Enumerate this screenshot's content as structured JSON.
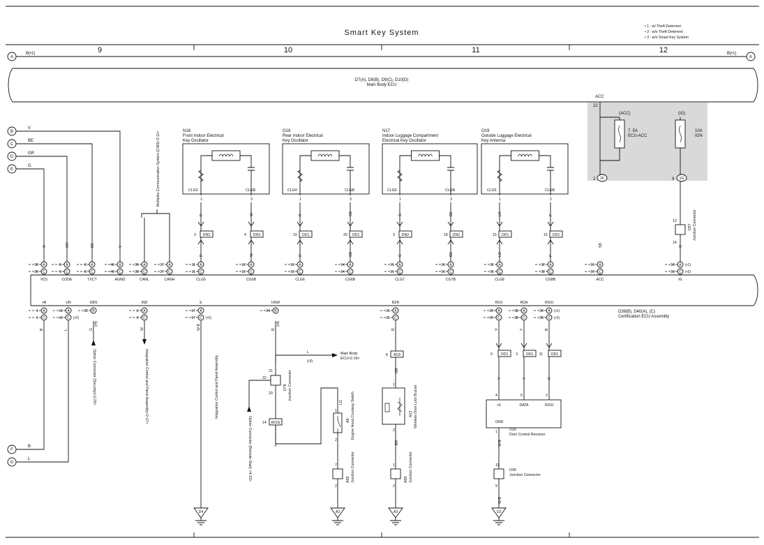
{
  "title": "Smart Key System",
  "notes": [
    "• 1 : w/ Theft Deterrent",
    "• 2 : w/o Theft Deterrent",
    "• 3 : w/o Smart Key System"
  ],
  "columns": [
    "9",
    "10",
    "11",
    "12"
  ],
  "bus": {
    "label": "A",
    "left_tag": "B(•1)",
    "right_tag": "B(•1)"
  },
  "main_ecu": {
    "line1": "D7(A), D8(B), D9(C), D10(D)",
    "line2": "Main Body ECU"
  },
  "acc_label": "ACC",
  "acc_pin": "22",
  "fuses": [
    {
      "type": "(ACC)",
      "rating": "7. 5A",
      "name": "ECU-ACC",
      "pin": "2",
      "conn": "1F"
    },
    {
      "type": "(IG)",
      "rating": "10A",
      "name": "IGN",
      "pin": "9",
      "conn": "1G"
    }
  ],
  "left_letters": [
    "B",
    "C",
    "D",
    "E"
  ],
  "left_wires": [
    "V",
    "BE",
    "GR",
    "G"
  ],
  "bottom_letters": [
    "F",
    "G"
  ],
  "bottom_wires": [
    "B",
    "L"
  ],
  "canbus": "Multiplex Communication System (CAN)<2-11>",
  "oscillators": [
    {
      "id": "N18",
      "name1": "Front Indoor Electrical",
      "name2": "Key Oscillator",
      "l": "CLG3",
      "r": "CLGB",
      "p1": "1",
      "p2": "3",
      "w1": "R",
      "w2": "W",
      "c1n": "3",
      "c1": "DN3",
      "c2n": "4",
      "c2": "DN3",
      "w3": "R",
      "w4": "W"
    },
    {
      "id": "O18",
      "name1": "Rear Indoor Electrical",
      "name2": "Key Oscillator",
      "l": "CLG4",
      "r": "CLGB",
      "p1": "1",
      "p2": "3",
      "w1": "R",
      "w2": "SB",
      "c1n": "19",
      "c1": "OD1",
      "c2n": "20",
      "c2": "OD1",
      "w3": "R",
      "w4": "SB"
    },
    {
      "id": "N17",
      "name1": "Indoor Luggage Compartment",
      "name2": "Electrical Key Oscillator",
      "l": "CLG6",
      "r": "CLGB",
      "p1": "1",
      "p2": "3",
      "w1": "G",
      "w2": "BE",
      "c1n": "3",
      "c1": "DN2",
      "c2n": "18",
      "c2": "DN2",
      "w3": "G",
      "w4": "BE"
    },
    {
      "id": "O19",
      "name1": "Outside Luggage Electrical",
      "name2": "Key Antenna",
      "l": "CLG5",
      "r": "CLGB",
      "p1": "1",
      "p2": "2",
      "w1": "LG",
      "w2": "P",
      "c1n": "15",
      "c1": "OD1",
      "c2n": "16",
      "c2": "OD1",
      "w3": "LG",
      "w4": "P"
    }
  ],
  "cert_ecu": {
    "line1": "D39(B), D40(A), (C)",
    "line2": "Certification ECU Assembly"
  },
  "top_pins": [
    {
      "n1": "30",
      "c1": "A",
      "n2": "30",
      "c2": "C",
      "label": "VC5",
      "wire": "G"
    },
    {
      "n1": "8",
      "c1": "A",
      "n2": "9",
      "c2": "C",
      "label": "CODE",
      "wire": "GR"
    },
    {
      "n1": "8",
      "c1": "A",
      "n2": "8",
      "c2": "C",
      "label": "TXCT",
      "wire": "BE"
    },
    {
      "n1": "40",
      "c1": "A",
      "n2": "40",
      "c2": "C",
      "label": "AGND",
      "wire": "V"
    },
    {
      "n1": "28",
      "c1": "A",
      "n2": "28",
      "c2": "C",
      "label": "CANL",
      "wire": ""
    },
    {
      "n1": "27",
      "c1": "A",
      "n2": "27",
      "c2": "C",
      "label": "CANH",
      "wire": ""
    },
    {
      "n1": "11",
      "c1": "A",
      "n2": "11",
      "c2": "C",
      "label": "CLG5",
      "wire": ""
    },
    {
      "n1": "12",
      "c1": "A",
      "n2": "12",
      "c2": "C",
      "label": "CG5B",
      "wire": ""
    },
    {
      "n1": "13",
      "c1": "A",
      "n2": "13",
      "c2": "C",
      "label": "CLG6",
      "wire": ""
    },
    {
      "n1": "14",
      "c1": "A",
      "n2": "14",
      "c2": "C",
      "label": "CG6B",
      "wire": ""
    },
    {
      "n1": "15",
      "c1": "A",
      "n2": "15",
      "c2": "C",
      "label": "CLG7",
      "wire": ""
    },
    {
      "n1": "16",
      "c1": "A",
      "n2": "16",
      "c2": "C",
      "label": "CG7B",
      "wire": ""
    },
    {
      "n1": "31",
      "c1": "A",
      "n2": "31",
      "c2": "C",
      "label": "CLG8",
      "wire": ""
    },
    {
      "n1": "32",
      "c1": "A",
      "n2": "32",
      "c2": "C",
      "label": "CG8B",
      "wire": ""
    },
    {
      "n1": "19",
      "c1": "A",
      "n2": "19",
      "c2": "C",
      "label": "ACC",
      "wire": "SB"
    },
    {
      "n1": "18",
      "c1": "A",
      "n2": "18",
      "c2": "C",
      "label": "IG",
      "wire": "G",
      "t1": "(•1)",
      "t2": "(•2)"
    }
  ],
  "bottom_pins": [
    {
      "n1": "1",
      "c1": "A",
      "n2": "1",
      "c2": "C",
      "label": "+B",
      "wire": "B"
    },
    {
      "n1": "10",
      "c1": "A",
      "n2": "10",
      "c2": "C",
      "label": "UN",
      "wire": "L",
      "t2": "(•2)"
    },
    {
      "n1": "22",
      "c1": "B",
      "n2": "",
      "c2": "",
      "label": "GBS",
      "wire": "G",
      "tag": "(•4)"
    },
    {
      "n1": "2",
      "c1": "A",
      "n2": "2",
      "c2": "C",
      "label": "IND",
      "wire": "W"
    },
    {
      "n1": "17",
      "c1": "A",
      "n2": "17",
      "c2": "C",
      "label": "E",
      "wire": "W-B",
      "t2": "(•2)"
    },
    {
      "n1": "24",
      "c1": "B",
      "n2": "",
      "c2": "",
      "label": "HSW",
      "wire": "R",
      "tag": "(•4)"
    },
    {
      "n1": "21",
      "c1": "A",
      "n2": "21",
      "c2": "C",
      "label": "BZR",
      "wire": "R"
    },
    {
      "n1": "29",
      "c1": "A",
      "n2": "29",
      "c2": "C",
      "label": "RC0",
      "wire": "V"
    },
    {
      "n1": "38",
      "c1": "A",
      "n2": "38",
      "c2": "C",
      "label": "RDA",
      "wire": "Y"
    },
    {
      "n1": "39",
      "c1": "A",
      "n2": "39",
      "c2": "C",
      "label": "RSSI",
      "wire": "B",
      "t1": "(•1)",
      "t2": "(•2)"
    }
  ],
  "option_conn1": "Option Connector (Security)<2-25>",
  "integ1": "Integration Control and Panel Assembly<2-17>",
  "integ2": "Integration Control and Panel Assembly",
  "main_body_ref": {
    "line1": "Main Body",
    "line2": "ECU<2-19>",
    "wire": "L",
    "tag": "(•3)"
  },
  "junction_d78": {
    "p1": "21",
    "p2": "22",
    "p3": "20",
    "id": "D78",
    "name": "Junction Connector"
  },
  "option_conn2": "Option Connector (Remote Start) <4-23>",
  "a01g": {
    "n": "14",
    "c": "A01G"
  },
  "a8": {
    "id": "A8",
    "name": "Engine Hood Courtesy Switch",
    "p1": "1",
    "p2": "2",
    "wire": "LG"
  },
  "a58": {
    "id": "A58",
    "name": "Junction Connector",
    "p1": "7",
    "p2": "2"
  },
  "ac8": {
    "n": "8",
    "c": "AC8",
    "wire": "GR"
  },
  "a13": {
    "id": "A13",
    "name": "Wireless Door Lock Buzzer",
    "p1": "1",
    "p2": "2",
    "wire": "BR"
  },
  "a58b": {
    "id": "A58",
    "name": "Junction Connector",
    "p1": "1",
    "p2": "2"
  },
  "od1s": [
    {
      "n": "6",
      "c": "OD1",
      "w": "V"
    },
    {
      "n": "3",
      "c": "OD1",
      "w": "Y"
    },
    {
      "n": "11",
      "c": "OD1",
      "w": "R"
    }
  ],
  "receiver": {
    "p1": "4",
    "p2": "5",
    "p3": "2",
    "l1": "+5",
    "l2": "DATA",
    "l3": "RSSI",
    "gnd": "GND",
    "gp": "1",
    "id": "O26",
    "name": "Door Control Receiver"
  },
  "o36": {
    "id": "O36",
    "name": "Junction Connector",
    "p1": "11",
    "p2": "9",
    "wire": "W-B"
  },
  "d57": {
    "p1": "13",
    "p2": "14",
    "id": "D57",
    "name": "Junction Connector"
  },
  "grounds": [
    "D4",
    "A3",
    "A3",
    "C0"
  ]
}
